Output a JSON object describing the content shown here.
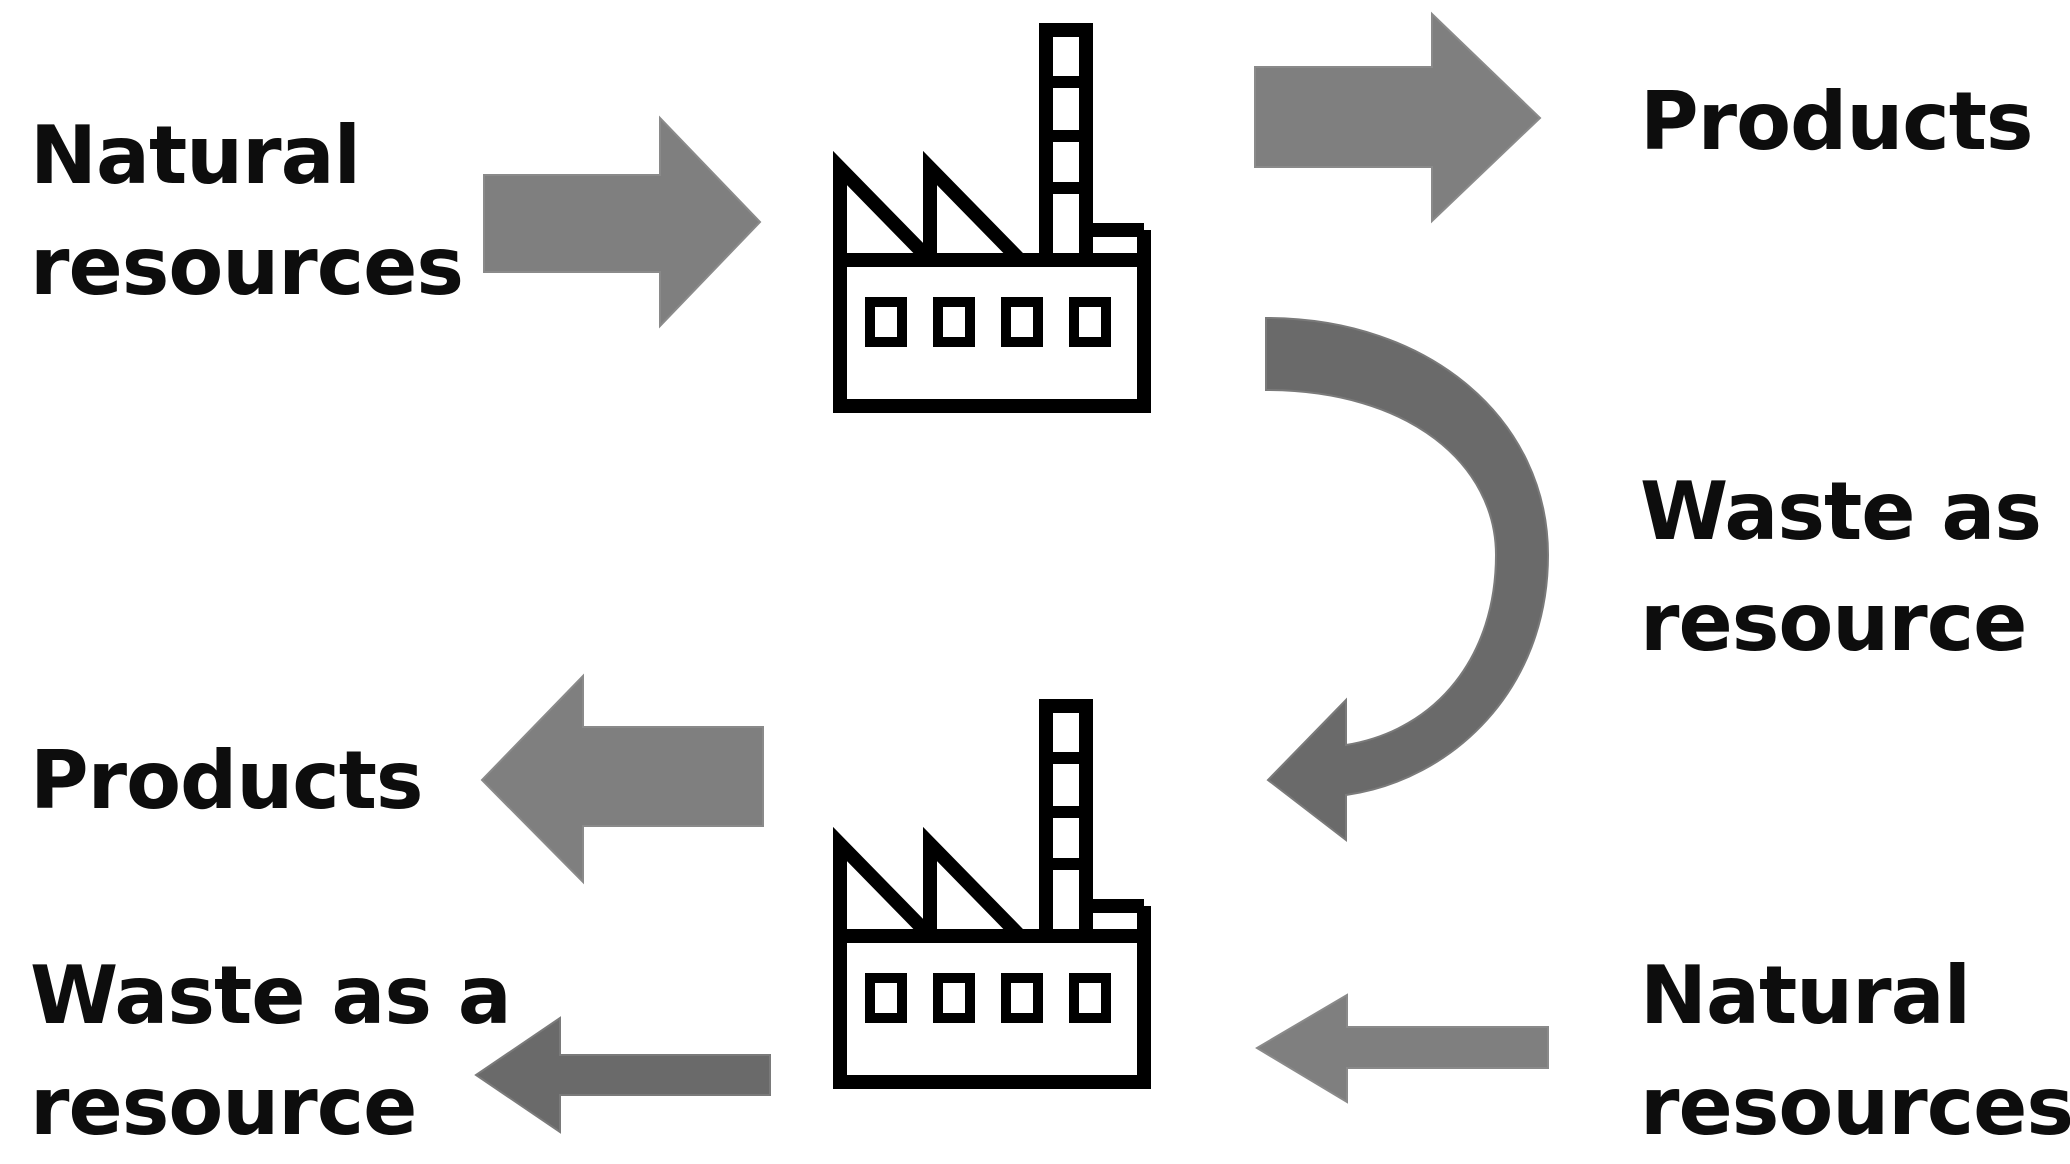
{
  "diagram": {
    "labels": {
      "top_left_input": {
        "line1": "Natural",
        "line2": "resources"
      },
      "top_right_output": {
        "line1": "Products"
      },
      "middle_right_waste": {
        "line1": "Waste as a",
        "line2": "resource"
      },
      "bottom_left_output": {
        "line1": "Products"
      },
      "bottom_left_waste": {
        "line1": "Waste as a",
        "line2": "resource"
      },
      "bottom_right_input": {
        "line1": "Natural",
        "line2": "resources"
      }
    },
    "nodes": [
      {
        "id": "factory-1",
        "icon": "factory-icon"
      },
      {
        "id": "factory-2",
        "icon": "factory-icon"
      }
    ],
    "edges": [
      {
        "from": "Natural resources",
        "to": "factory-1"
      },
      {
        "from": "factory-1",
        "to": "Products"
      },
      {
        "from": "factory-1",
        "to": "factory-2",
        "label": "Waste as a resource"
      },
      {
        "from": "factory-2",
        "to": "Products"
      },
      {
        "from": "Natural resources",
        "to": "factory-2"
      },
      {
        "from": "factory-2",
        "to": "Waste as a resource"
      }
    ],
    "colors": {
      "arrow_fill": "#7f7f7f",
      "arrow_edge": "#8a8a8a",
      "curved_arrow_fill": "#6a6a6a",
      "icon_stroke": "#000000",
      "text": "#0d0d0d"
    }
  }
}
